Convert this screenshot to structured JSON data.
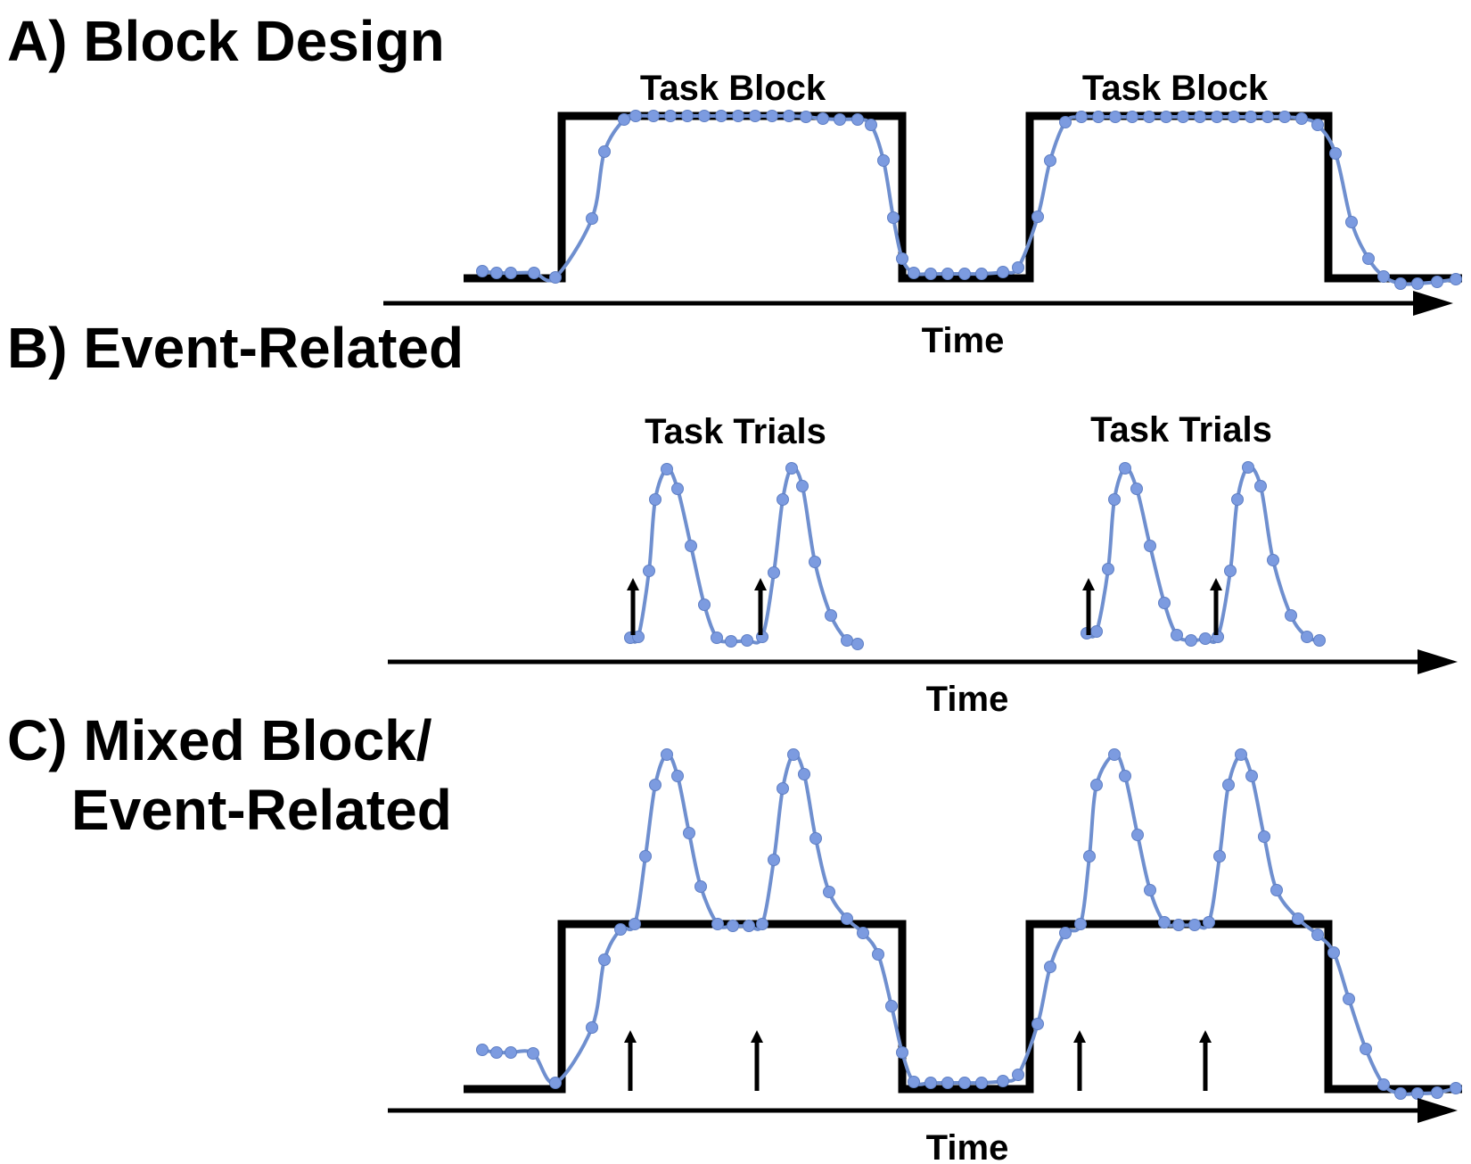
{
  "figure": {
    "panels": [
      {
        "id": "A",
        "title_lines": [
          "A) Block Design"
        ],
        "axis_label": "Time",
        "segment_labels": [
          "Task Block",
          "Task Block"
        ],
        "has_block_boxcar": true,
        "has_events": false
      },
      {
        "id": "B",
        "title_lines": [
          "B) Event-Related"
        ],
        "axis_label": "Time",
        "segment_labels": [
          "Task Trials",
          "Task Trials"
        ],
        "has_block_boxcar": false,
        "has_events": true
      },
      {
        "id": "C",
        "title_lines": [
          "C) Mixed Block/",
          "Event-Related"
        ],
        "axis_label": "Time",
        "segment_labels": [],
        "has_block_boxcar": true,
        "has_events": true
      }
    ],
    "colors": {
      "signal": "#6f8fcf",
      "signal_dot": "#7c9be0",
      "boxcar": "#000000",
      "axis": "#000000"
    }
  }
}
